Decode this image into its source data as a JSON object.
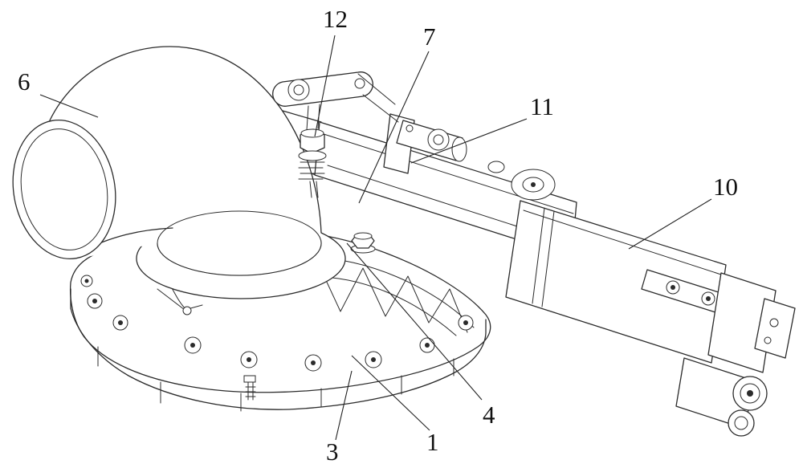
{
  "figure": {
    "background": "#ffffff",
    "line_color": "#2b2b2b",
    "label_color": "#111111",
    "callouts": [
      {
        "label": "6"
      },
      {
        "label": "12"
      },
      {
        "label": "7"
      },
      {
        "label": "11"
      },
      {
        "label": "10"
      },
      {
        "label": "4"
      },
      {
        "label": "1"
      },
      {
        "label": "3"
      }
    ]
  }
}
